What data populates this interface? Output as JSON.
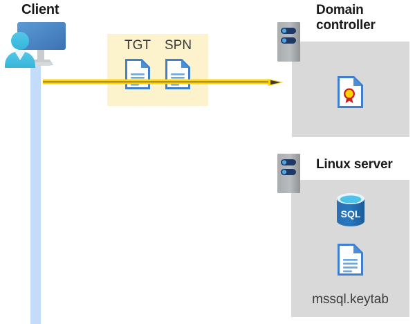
{
  "diagram": {
    "type": "kerberos-authentication-flow",
    "client": {
      "title": "Client",
      "icon": "user-computer-icon",
      "lifeline_color": "#c3dcfa"
    },
    "tokens": {
      "box_color": "#fcf2cc",
      "items": [
        {
          "label": "TGT",
          "icon": "document-icon"
        },
        {
          "label": "SPN",
          "icon": "document-icon"
        }
      ]
    },
    "arrow": {
      "direction": "right",
      "line_color": "#ffd400",
      "head_color": "#333333"
    },
    "domain_controller": {
      "title": "Domain\ncontroller",
      "server_icon": "server-rack-icon",
      "panel_color": "#d9d9d9",
      "contents": [
        {
          "icon": "certificate-document-icon",
          "label": ""
        }
      ]
    },
    "linux_server": {
      "title": "Linux server",
      "server_icon": "server-rack-icon",
      "panel_color": "#d9d9d9",
      "contents": [
        {
          "icon": "sql-database-icon",
          "label": "SQL"
        },
        {
          "icon": "document-icon",
          "label": "mssql.keytab"
        }
      ],
      "keytab_label": "mssql.keytab",
      "sql_label": "SQL"
    }
  }
}
